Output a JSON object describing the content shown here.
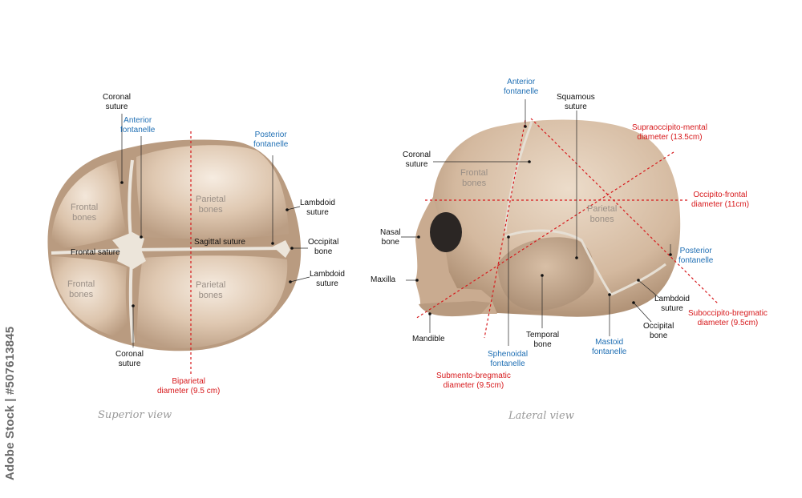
{
  "stock_id": "Adobe Stock | #507613845",
  "superior_view": {
    "caption": "Superior view",
    "labels": {
      "coronal_suture_top": "Coronal\nsuture",
      "anterior_fontanelle": "Anterior\nfontanelle",
      "posterior_fontanelle": "Posterior\nfontanelle",
      "frontal_bones_top": "Frontal\nbones",
      "frontal_bones_bottom": "Frontal\nbones",
      "parietal_bones_top": "Parietal\nbones",
      "parietal_bones_bottom": "Parietal\nbones",
      "frontal_suture": "Frontal sature",
      "sagittal_suture": "Sagittal suture",
      "lambdoid_suture_top": "Lambdoid\nsuture",
      "occipital_bone": "Occipital\nbone",
      "lambdoid_suture_bottom": "Lambdoid\nsuture",
      "coronal_suture_bottom": "Coronal\nsuture",
      "biparietal_diameter": "Biparietal\ndiameter (9.5 cm)"
    }
  },
  "lateral_view": {
    "caption": "Lateral view",
    "labels": {
      "anterior_fontanelle": "Anterior\nfontanelle",
      "squamous_suture": "Squamous\nsuture",
      "coronal_suture": "Coronal\nsuture",
      "frontal_bones": "Frontal\nbones",
      "parietal_bones": "Parietal\nbones",
      "nasal_bone": "Nasal\nbone",
      "maxilla": "Maxilla",
      "mandible": "Mandible",
      "sphenoidal_fontanelle": "Sphenoidal\nfontanelle",
      "temporal_bone": "Temporal\nbone",
      "mastoid_fontanelle": "Mastoid\nfontanelle",
      "lambdoid_suture": "Lambdoid\nsuture",
      "occipital_bone": "Occipital\nbone",
      "posterior_fontanelle": "Posterior\nfontanelle",
      "supraoccipito_mental": "Supraoccipito-mental\ndiameter (13.5cm)",
      "occipito_frontal": "Occipito-frontal\ndiameter (11cm)",
      "suboccipito_bregmatic": "Suboccipito-bregmatic\ndiameter (9.5cm)",
      "submento_bregmatic": "Submento-bregmatic\ndiameter (9.5cm)"
    }
  },
  "colors": {
    "bone": "#d9bfa6",
    "bone_light": "#efe1d2",
    "bone_dark": "#b89b80",
    "suture": "#e9e4dc",
    "label": "#111111",
    "fontanelle_label": "#1f6fb4",
    "diameter_label": "#d7191c",
    "caption": "#9a9a9a"
  }
}
